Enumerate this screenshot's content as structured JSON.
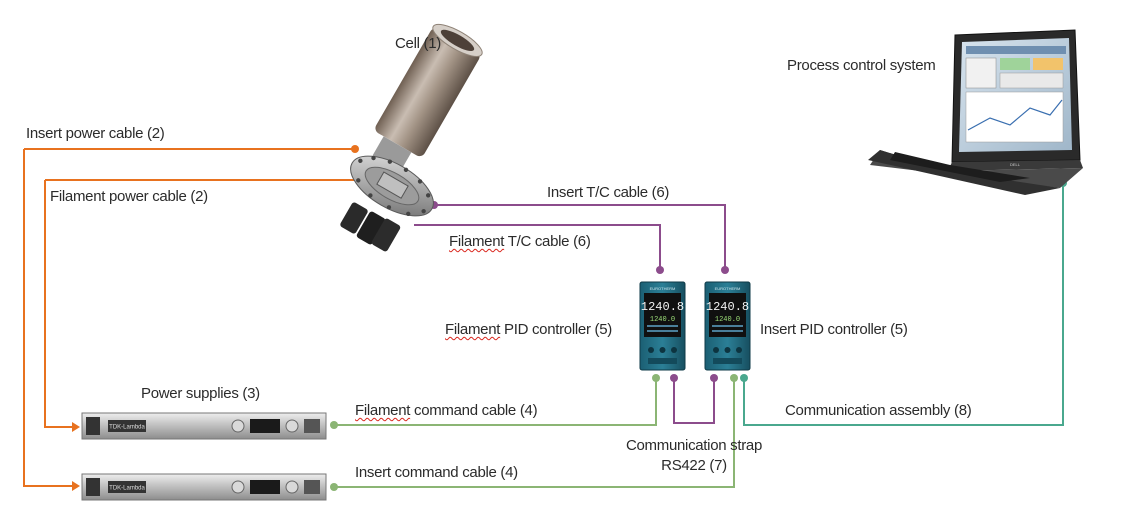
{
  "labels": {
    "cell": "Cell (1)",
    "process_control": "Process control system",
    "insert_power_cable": "Insert power cable (2)",
    "filament_power_cable": "Filament power cable (2)",
    "insert_tc_cable": "Insert T/C cable (6)",
    "filament_tc_prefix": "Filament",
    "filament_tc_rest": " T/C cable (6)",
    "filament_pid_prefix": "Filament",
    "filament_pid_rest": " PID controller (5)",
    "insert_pid": "Insert PID controller (5)",
    "power_supplies": "Power supplies (3)",
    "filament_cmd_prefix": "Filament",
    "filament_cmd_rest": " command cable (4)",
    "insert_cmd": "Insert command cable (4)",
    "comm_assembly": "Communication assembly (8)",
    "comm_strap_line1": "Communication strap",
    "comm_strap_line2": "RS422 (7)"
  },
  "devices": {
    "controller_brand": "EUROTHERM",
    "controller_pv": "1240.8",
    "controller_sp": "1240.0",
    "psu_brand": "TDK-Lambda",
    "laptop_brand": "DELL"
  },
  "colors": {
    "power_cable": "#e8721f",
    "tc_cable": "#8c4c8c",
    "command_cable": "#8bb574",
    "comm_assembly": "#4aa88e"
  }
}
